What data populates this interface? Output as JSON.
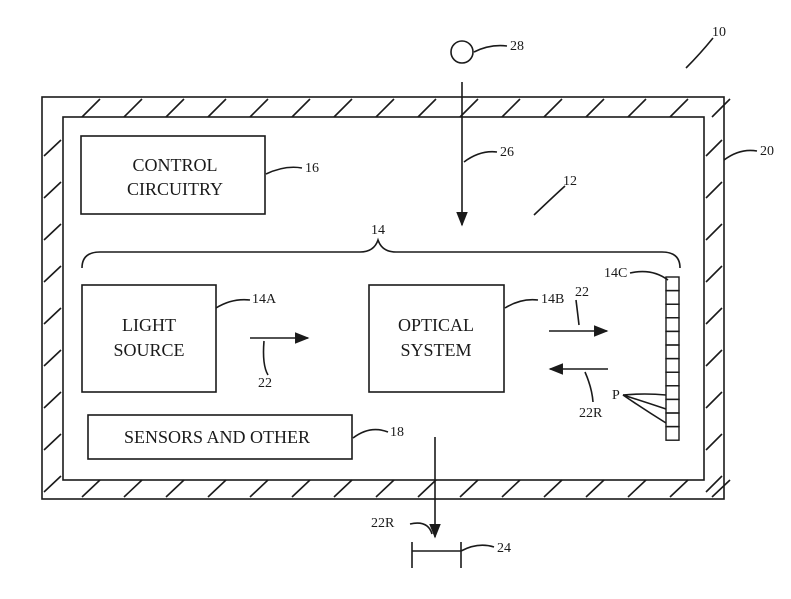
{
  "figure": {
    "device_ref": "10",
    "housing_ref": "20",
    "display_ref": "12",
    "group_ref": "14",
    "observer_ref": "28",
    "ambient_ref": "26",
    "output_ref": "24",
    "output_light_ref": "22R",
    "light_ref_1": "22",
    "light_ref_2": "22",
    "reflected_ref": "22R"
  },
  "blocks": {
    "control": {
      "line1": "CONTROL",
      "line2": "CIRCUITRY",
      "ref": "16"
    },
    "light_source": {
      "line1": "LIGHT",
      "line2": "SOURCE",
      "ref": "14A"
    },
    "optical_system": {
      "line1": "OPTICAL",
      "line2": "SYSTEM",
      "ref": "14B"
    },
    "sensors": {
      "label": "SENSORS AND OTHER",
      "ref": "18"
    },
    "pixel_array": {
      "ref": "14C",
      "pixel_label": "P",
      "pixel_count": 12
    }
  },
  "colors": {
    "ink": "#1a1a1a",
    "background": "#ffffff"
  }
}
